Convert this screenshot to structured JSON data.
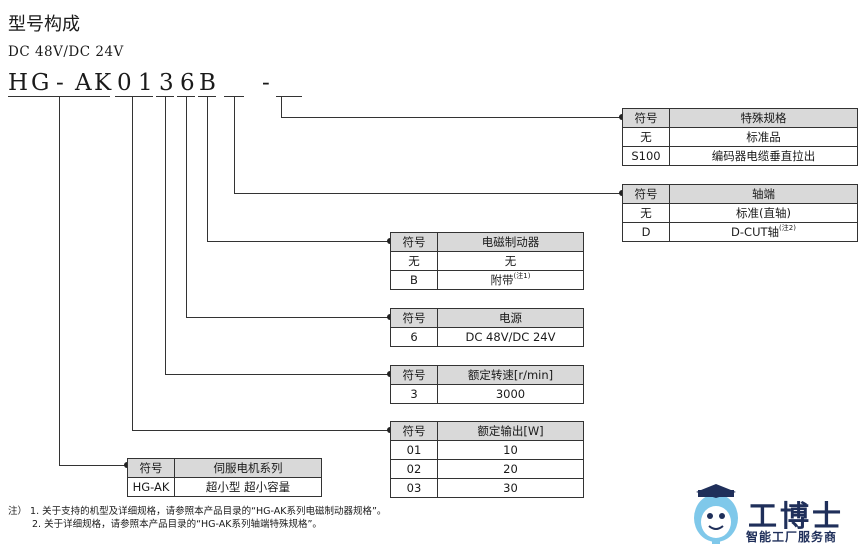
{
  "title": "型号构成",
  "subtitle": "DC 48V/DC 24V",
  "model_chars": [
    "H",
    "G",
    "-",
    "A",
    "K",
    "0",
    "1",
    "3",
    "6",
    "B",
    "-"
  ],
  "tables": {
    "special": {
      "header": [
        "符号",
        "特殊规格"
      ],
      "rows": [
        [
          "无",
          "标准品"
        ],
        [
          "S100",
          "编码器电缆垂直拉出"
        ]
      ]
    },
    "shaft": {
      "header": [
        "符号",
        "轴端"
      ],
      "rows": [
        [
          "无",
          "标准(直轴)"
        ],
        [
          "D",
          "D-CUT轴"
        ]
      ],
      "note_mark": "(注2)"
    },
    "brake": {
      "header": [
        "符号",
        "电磁制动器"
      ],
      "rows": [
        [
          "无",
          "无"
        ],
        [
          "B",
          "附带"
        ]
      ],
      "note_mark": "(注1)"
    },
    "power": {
      "header": [
        "符号",
        "电源"
      ],
      "rows": [
        [
          "6",
          "DC 48V/DC 24V"
        ]
      ]
    },
    "speed": {
      "header": [
        "符号",
        "额定转速[r/min]"
      ],
      "rows": [
        [
          "3",
          "3000"
        ]
      ]
    },
    "output": {
      "header": [
        "符号",
        "额定输出[W]"
      ],
      "rows": [
        [
          "01",
          "10"
        ],
        [
          "02",
          "20"
        ],
        [
          "03",
          "30"
        ]
      ]
    },
    "series": {
      "header": [
        "符号",
        "伺服电机系列"
      ],
      "rows": [
        [
          "HG-AK",
          "超小型 超小容量"
        ]
      ]
    }
  },
  "notes": [
    "注） 1. 关于支持的机型及详细规格，请参照本产品目录的“HG-AK系列电磁制动器规格”。",
    "2. 关于详细规格，请参照本产品目录的“HG-AK系列轴端特殊规格”。"
  ],
  "logo": {
    "name": "工博士",
    "tagline": "智能工厂服务商"
  }
}
